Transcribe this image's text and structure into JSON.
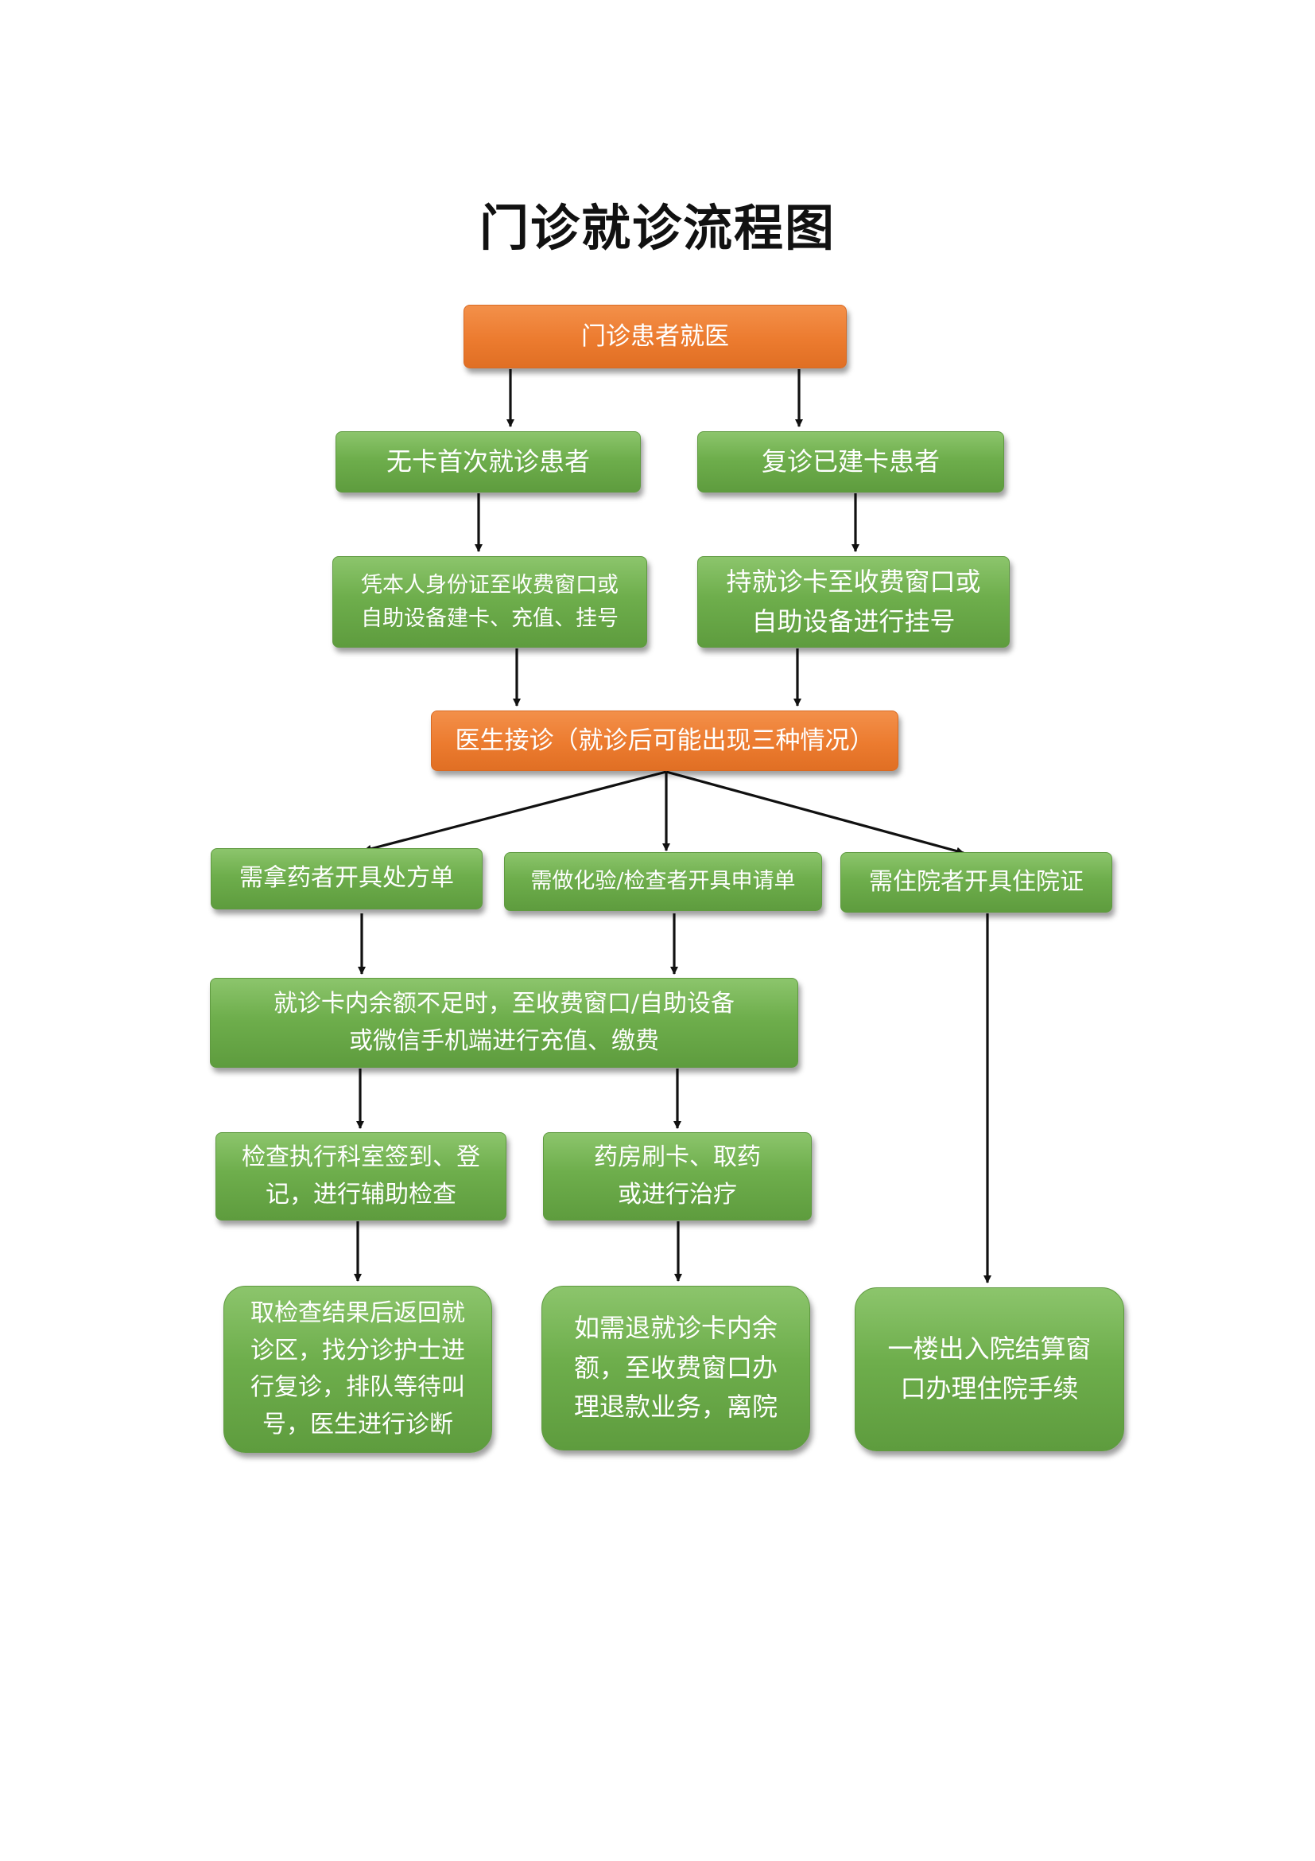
{
  "title": "门诊就诊流程图",
  "colors": {
    "orange": "#ec7b2f",
    "green": "#6eae4c",
    "arrow": "#111111"
  },
  "nodes": {
    "start": "门诊患者就医",
    "no_card": "无卡首次就诊患者",
    "has_card": "复诊已建卡患者",
    "id_register": "凭本人身份证至收费窗口或\n自助设备建卡、充值、挂号",
    "card_register": "持就诊卡至收费窗口或\n自助设备进行挂号",
    "doctor": "医生接诊（就诊后可能出现三种情况）",
    "prescription": "需拿药者开具处方单",
    "lab_exam": "需做化验/检查者开具申请单",
    "hospitalize": "需住院者开具住院证",
    "recharge": "就诊卡内余额不足时，至收费窗口/自助设备\n或微信手机端进行充值、缴费",
    "exam_checkin": "检查执行科室签到、登\n记，进行辅助检查",
    "pharmacy": "药房刷卡、取药\n或进行治疗",
    "return_results": "取检查结果后返回就\n诊区，找分诊护士进\n行复诊，排队等待叫\n号，医生进行诊断",
    "refund": "如需退就诊卡内余\n额，至收费窗口办\n理退款业务，离院",
    "admission": "一楼出入院结算窗\n口办理住院手续"
  }
}
